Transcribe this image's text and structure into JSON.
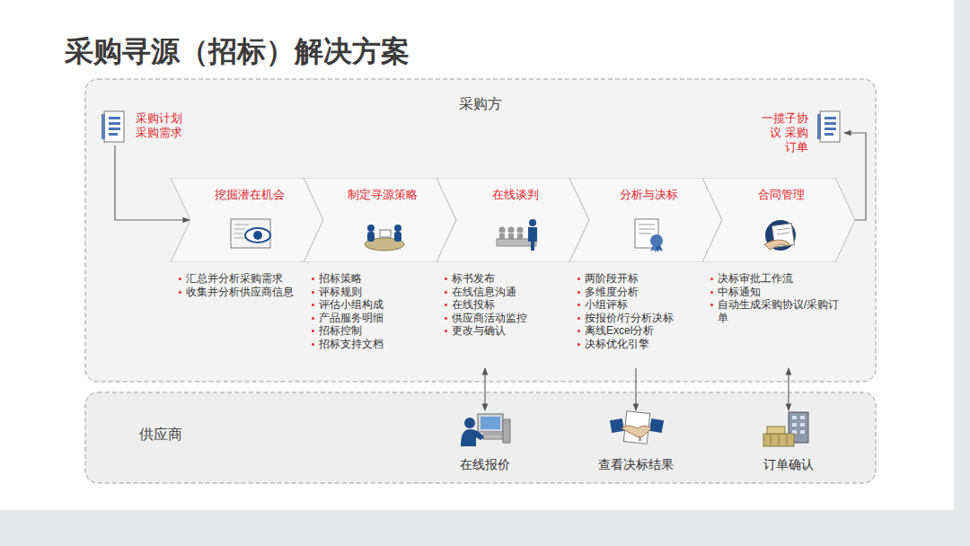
{
  "diagram": {
    "title": "采购寻源（招标）解决方案",
    "nodes": [
      {
        "text": [
          "采购方"
        ]
      },
      {
        "text": [
          "采购计划 采购需求"
        ],
        "in": 0
      },
      {
        "text": [
          "一揽子协议 采购订单"
        ],
        "in": 0
      },
      {
        "text": [
          "挖掘潜在机会",
          "汇总并分析采购需求",
          "收集并分析供应商信息"
        ],
        "in": 0
      },
      {
        "text": [
          "制定寻源策略",
          "招标策略",
          "评标规则",
          "评估小组构成",
          "产品服务明细",
          "招标控制",
          "招标支持文档"
        ],
        "in": 0
      },
      {
        "text": [
          "在线谈判",
          "标书发布",
          "在线信息沟通",
          "在线投标",
          "供应商活动监控",
          "更改与确认"
        ],
        "in": 0
      },
      {
        "text": [
          "分析与决标",
          "两阶段开标",
          "多维度分析",
          "小组评标",
          "按报价/行分析决标",
          "离线Excel分析",
          "决标优化引擎"
        ],
        "in": 0
      },
      {
        "text": [
          "合同管理",
          "决标审批工作流",
          "中标通知",
          "自动生成采购协议/采购订单"
        ],
        "in": 0
      },
      {
        "text": [
          "供应商"
        ]
      },
      {
        "text": [
          "在线报价"
        ],
        "in": 8
      },
      {
        "text": [
          "查看决标结果"
        ],
        "in": 8
      },
      {
        "text": [
          "订单确认"
        ],
        "in": 8
      }
    ],
    "edges": [
      {
        "from": 1,
        "to": 3,
        "arrow": "to"
      },
      {
        "from": 7,
        "to": 2,
        "arrow": "to"
      },
      {
        "from": 9,
        "to": 5,
        "arrow": "both"
      },
      {
        "from": 6,
        "to": 10,
        "arrow": "to"
      },
      {
        "from": 11,
        "to": 7,
        "arrow": "both"
      }
    ]
  }
}
